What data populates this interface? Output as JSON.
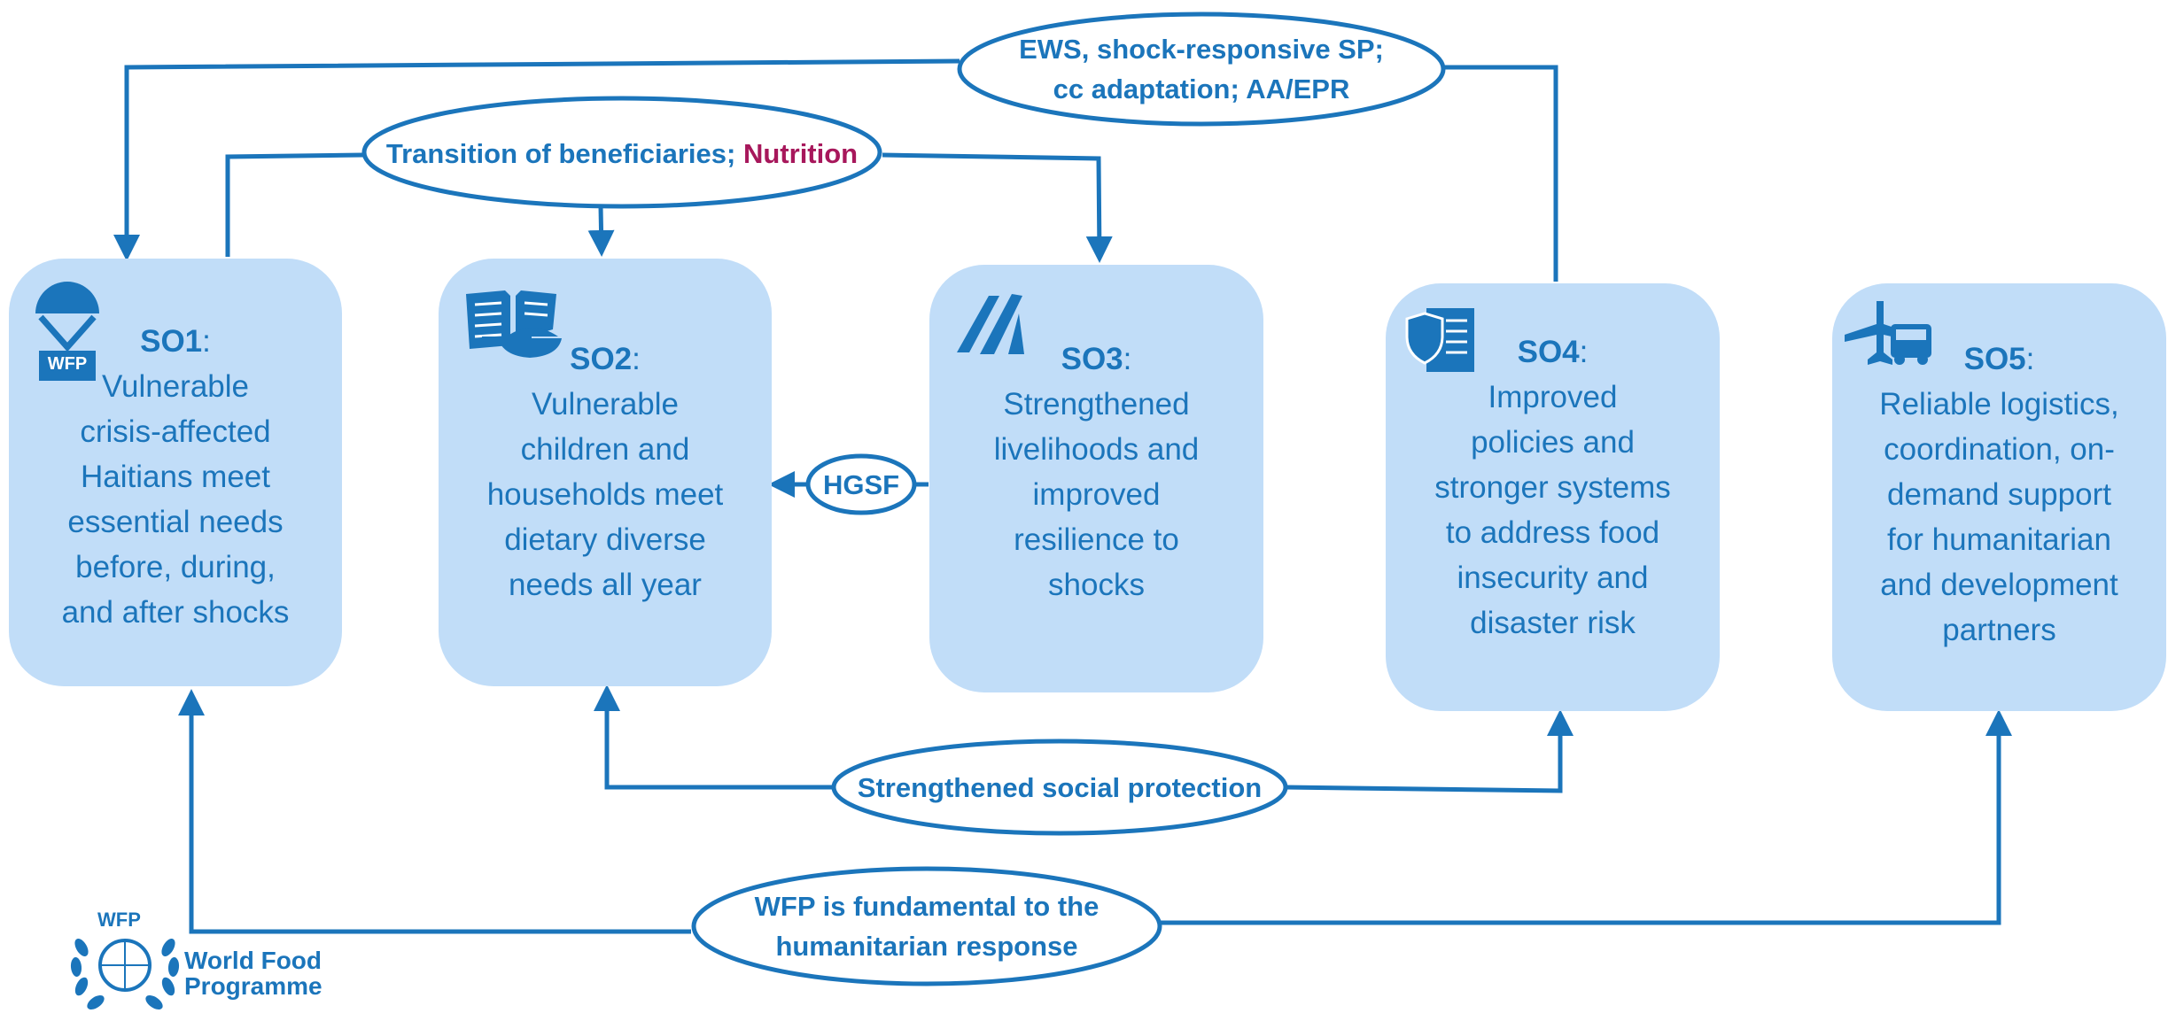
{
  "colors": {
    "accent": "#1b75bb",
    "box_fill": "#c1ddf8",
    "highlight": "#a7175b",
    "background": "#ffffff"
  },
  "objectives": [
    {
      "id": "SO1",
      "suffix": ":",
      "description": "Vulnerable\ncrisis-affected\nHaitians meet\nessential needs\nbefore, during,\nand after shocks",
      "icon": "airdrop-parachute-icon",
      "icon_label": "WFP"
    },
    {
      "id": "SO2",
      "suffix": ":",
      "description": "Vulnerable\nchildren and\nhouseholds meet\ndietary diverse\nneeds all year",
      "icon": "book-and-bowl-icon"
    },
    {
      "id": "SO3",
      "suffix": ":",
      "description": "Strengthened\nlivelihoods and\nimproved\nresilience to\nshocks",
      "icon": "sprout-stalks-icon"
    },
    {
      "id": "SO4",
      "suffix": ":",
      "description": "Improved\npolicies and\nstronger systems\nto address food\ninsecurity and\ndisaster risk",
      "icon": "shield-document-icon"
    },
    {
      "id": "SO5",
      "suffix": ":",
      "description": "Reliable logistics,\ncoordination, on-\ndemand support\nfor humanitarian\nand development\npartners",
      "icon": "plane-and-truck-icon"
    }
  ],
  "links": {
    "ews": "EWS, shock-responsive SP;\ncc adaptation; AA/EPR",
    "transition_prefix": "Transition of beneficiaries;",
    "transition_highlight": "Nutrition",
    "hgsf": "HGSF",
    "social_protection": "Strengthened social protection",
    "wfp_fundamental": "WFP is fundamental to the\nhumanitarian response"
  },
  "logo": {
    "acronym": "WFP",
    "name_line1": "World Food",
    "name_line2": "Programme",
    "icon": "wheat-wreath-logo-icon"
  }
}
